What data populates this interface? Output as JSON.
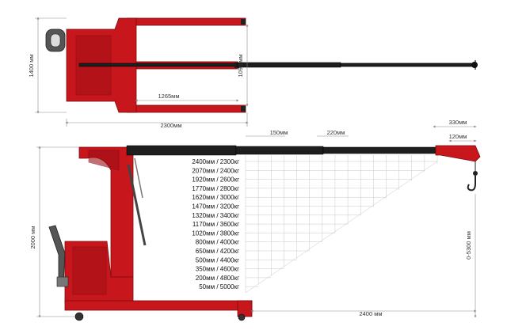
{
  "top_view": {
    "dimensions": {
      "length_total": "2300мм",
      "width_total": "1400 мм",
      "inner_width": "1090 мм",
      "fork_length": "1265мм"
    }
  },
  "side_view": {
    "dimensions": {
      "height": "2000 мм",
      "reach": "2400 мм",
      "lift_range": "0-5300 мм",
      "boom_section_1": "150мм",
      "boom_section_2": "220мм",
      "boom_tip_offset": "330мм",
      "hook_offset": "120мм"
    },
    "capacity_table": [
      "2400мм / 2300кг",
      "2070мм / 2400кг",
      "1920мм / 2600кг",
      "1770мм / 2800кг",
      "1620мм / 3000кг",
      "1470мм / 3200кг",
      "1320мм / 3400кг",
      "1170мм / 3600кг",
      "1020мм / 3800кг",
      "800мм / 4000кг",
      "650мм / 4200кг",
      "500мм / 4400кг",
      "350мм / 4600кг",
      "200мм / 4800кг",
      "50мм / 5000кг"
    ]
  },
  "colors": {
    "body": "#c8161d",
    "boom": "#1e1e1e",
    "dimension_lines": "#8a8a8a"
  }
}
